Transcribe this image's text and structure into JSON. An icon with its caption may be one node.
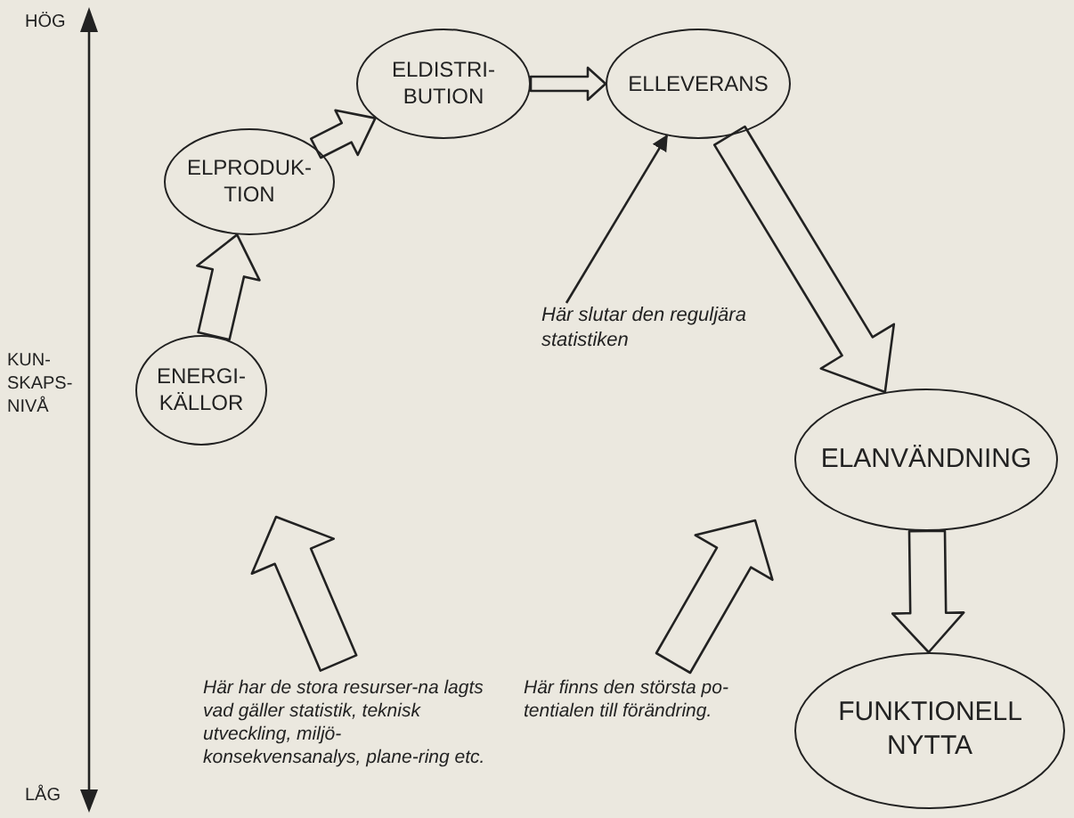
{
  "diagram": {
    "nodes": [
      {
        "text": [
          "ENERGI-KÄLLOR"
        ]
      },
      {
        "text": [
          "ELPRODUK-TION"
        ]
      },
      {
        "text": [
          "ELDISTRI-BUTION"
        ]
      },
      {
        "text": [
          "ELLEVERANS"
        ]
      },
      {
        "text": [
          "ELANVÄNDNING"
        ]
      },
      {
        "text": [
          "FUNKTIONELL NYTTA"
        ]
      },
      {
        "text": [
          "Här slutar den reguljära statistiken"
        ]
      },
      {
        "text": [
          "Här har de stora resurser-na lagts vad gäller statistik, teknisk utveckling, miljö-konsekvensanalys, plane-ring etc."
        ]
      },
      {
        "text": [
          "Här finns den största po-tentialen till förändring."
        ]
      }
    ],
    "edges": [
      {
        "from": 0,
        "to": 1,
        "arrow": "to"
      },
      {
        "from": 1,
        "to": 2,
        "arrow": "to"
      },
      {
        "from": 2,
        "to": 3,
        "arrow": "to"
      },
      {
        "from": 3,
        "to": 4,
        "arrow": "to"
      },
      {
        "from": 4,
        "to": 5,
        "arrow": "to"
      },
      {
        "from": 6,
        "to": 3,
        "arrow": "to"
      },
      {
        "from": 7,
        "to": null,
        "arrow": "to"
      },
      {
        "from": 8,
        "to": null,
        "arrow": "to"
      }
    ],
    "labels": [
      "HÖG",
      "KUN-SKAPS-NIVÅ",
      "LÅG"
    ]
  }
}
